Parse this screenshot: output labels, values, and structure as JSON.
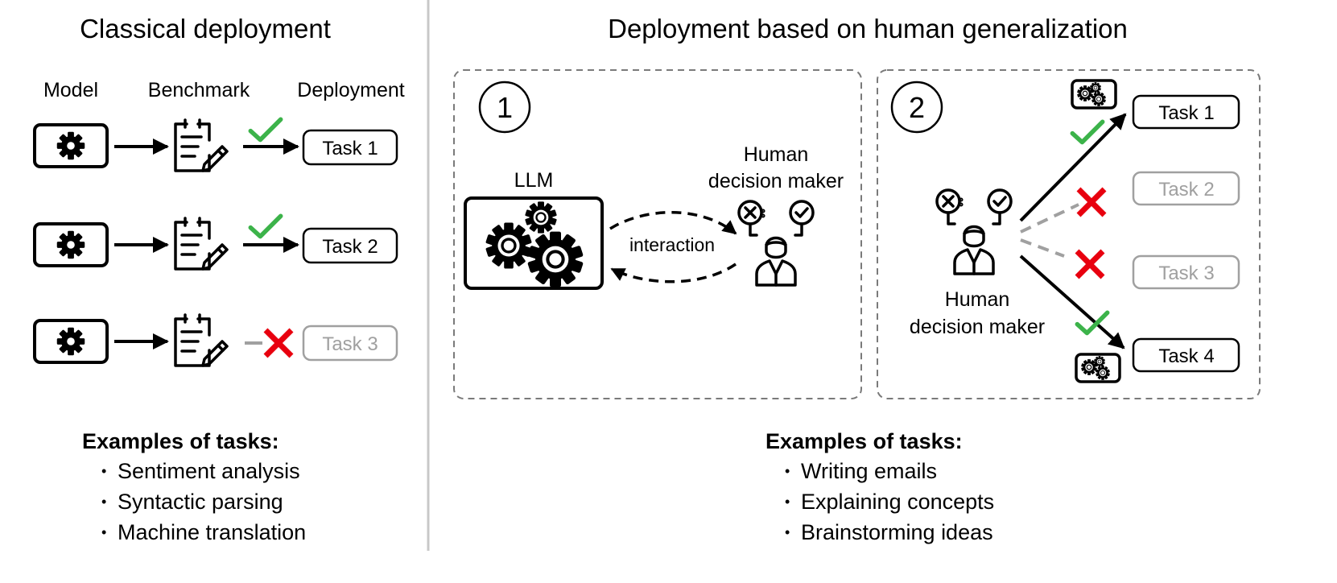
{
  "left_panel": {
    "title": "Classical deployment",
    "col_model": "Model",
    "col_benchmark": "Benchmark",
    "col_deployment": "Deployment",
    "rows": [
      {
        "task": "Task 1",
        "status": "success"
      },
      {
        "task": "Task 2",
        "status": "success"
      },
      {
        "task": "Task 3",
        "status": "failure"
      }
    ],
    "examples_title": "Examples of tasks:",
    "examples": [
      "Sentiment analysis",
      "Syntactic parsing",
      "Machine translation"
    ]
  },
  "right_panel": {
    "title": "Deployment based on human generalization",
    "step1": {
      "number": "1",
      "llm_label": "LLM",
      "human_line1": "Human",
      "human_line2": "decision maker",
      "interaction_label": "interaction"
    },
    "step2": {
      "number": "2",
      "human_line1": "Human",
      "human_line2": "decision maker",
      "tasks": [
        {
          "task": "Task 1",
          "status": "success"
        },
        {
          "task": "Task 2",
          "status": "failure"
        },
        {
          "task": "Task 3",
          "status": "failure"
        },
        {
          "task": "Task 4",
          "status": "success"
        }
      ]
    },
    "examples_title": "Examples of tasks:",
    "examples": [
      "Writing emails",
      "Explaining concepts",
      "Brainstorming ideas"
    ]
  },
  "colors": {
    "check": "#3cb34a",
    "cross": "#e8000f",
    "disabled": "#a0a0a0",
    "divider": "#c8c8c8",
    "dashed_border": "#7a7a7a"
  }
}
